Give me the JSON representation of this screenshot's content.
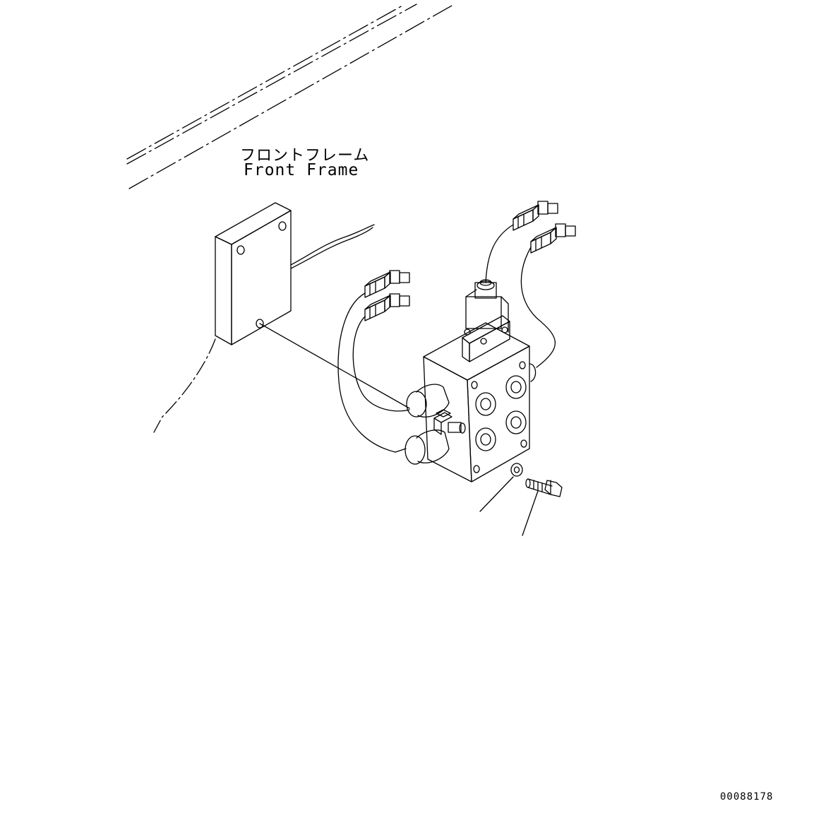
{
  "labels": {
    "front_frame_jp": "フロントフレーム",
    "front_frame_en": "Front Frame",
    "drawing_number": "00088178"
  },
  "colors": {
    "line": "#000000",
    "background": "#ffffff"
  }
}
